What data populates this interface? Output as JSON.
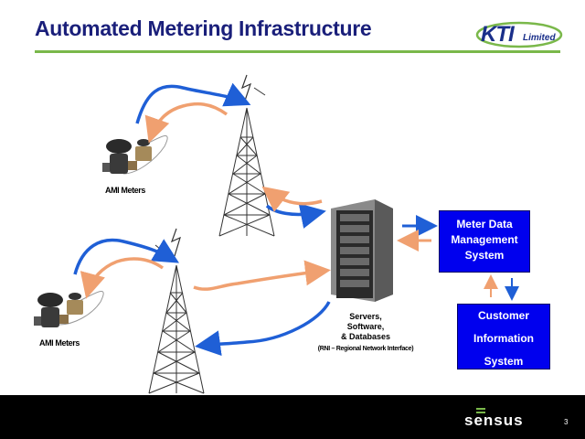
{
  "slide": {
    "title": "Automated Metering Infrastructure",
    "page_number": "3"
  },
  "logo": {
    "brand": "KTI",
    "suffix": "Limited"
  },
  "footer": {
    "brand": "sensus"
  },
  "diagram": {
    "meter_label_top": "AMI Meters",
    "meter_label_bottom": "AMI Meters",
    "server_label": [
      "Servers,",
      "Software,",
      "& Databases"
    ],
    "server_sublabel": "(RNI – Regional Network Interface)",
    "mdm_box": [
      "Meter Data",
      "Management",
      "System"
    ],
    "cis_box": [
      "Customer",
      "Information",
      "System"
    ]
  },
  "colors": {
    "title": "#1a1f7a",
    "rule": "#7ab84a",
    "uplink_arrow": "#1f5fd6",
    "downlink_arrow": "#f0a070",
    "box_fill": "#0000ee",
    "footer": "#000000"
  }
}
